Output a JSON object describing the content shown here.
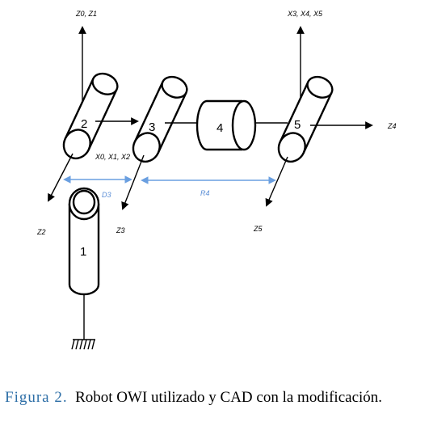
{
  "diagram": {
    "joints": [
      "1",
      "2",
      "3",
      "4",
      "5"
    ],
    "axes": {
      "z0_z1": "Z0, Z1",
      "x3_x4_x5": "X3, X4, X5",
      "x0_x1_x2": "X0, X1, X2",
      "z4": "Z4",
      "z2": "Z2",
      "z3": "Z3",
      "z5": "Z5"
    },
    "dimensions": {
      "d3": "D3",
      "r4": "R4"
    },
    "colors": {
      "stroke": "#000000",
      "dimension": "#6a9fe0",
      "caption_label": "#2e6fa7"
    }
  },
  "caption": {
    "label": "Figura 2.",
    "text": "Robot OWI utilizado y CAD con la modificación."
  }
}
